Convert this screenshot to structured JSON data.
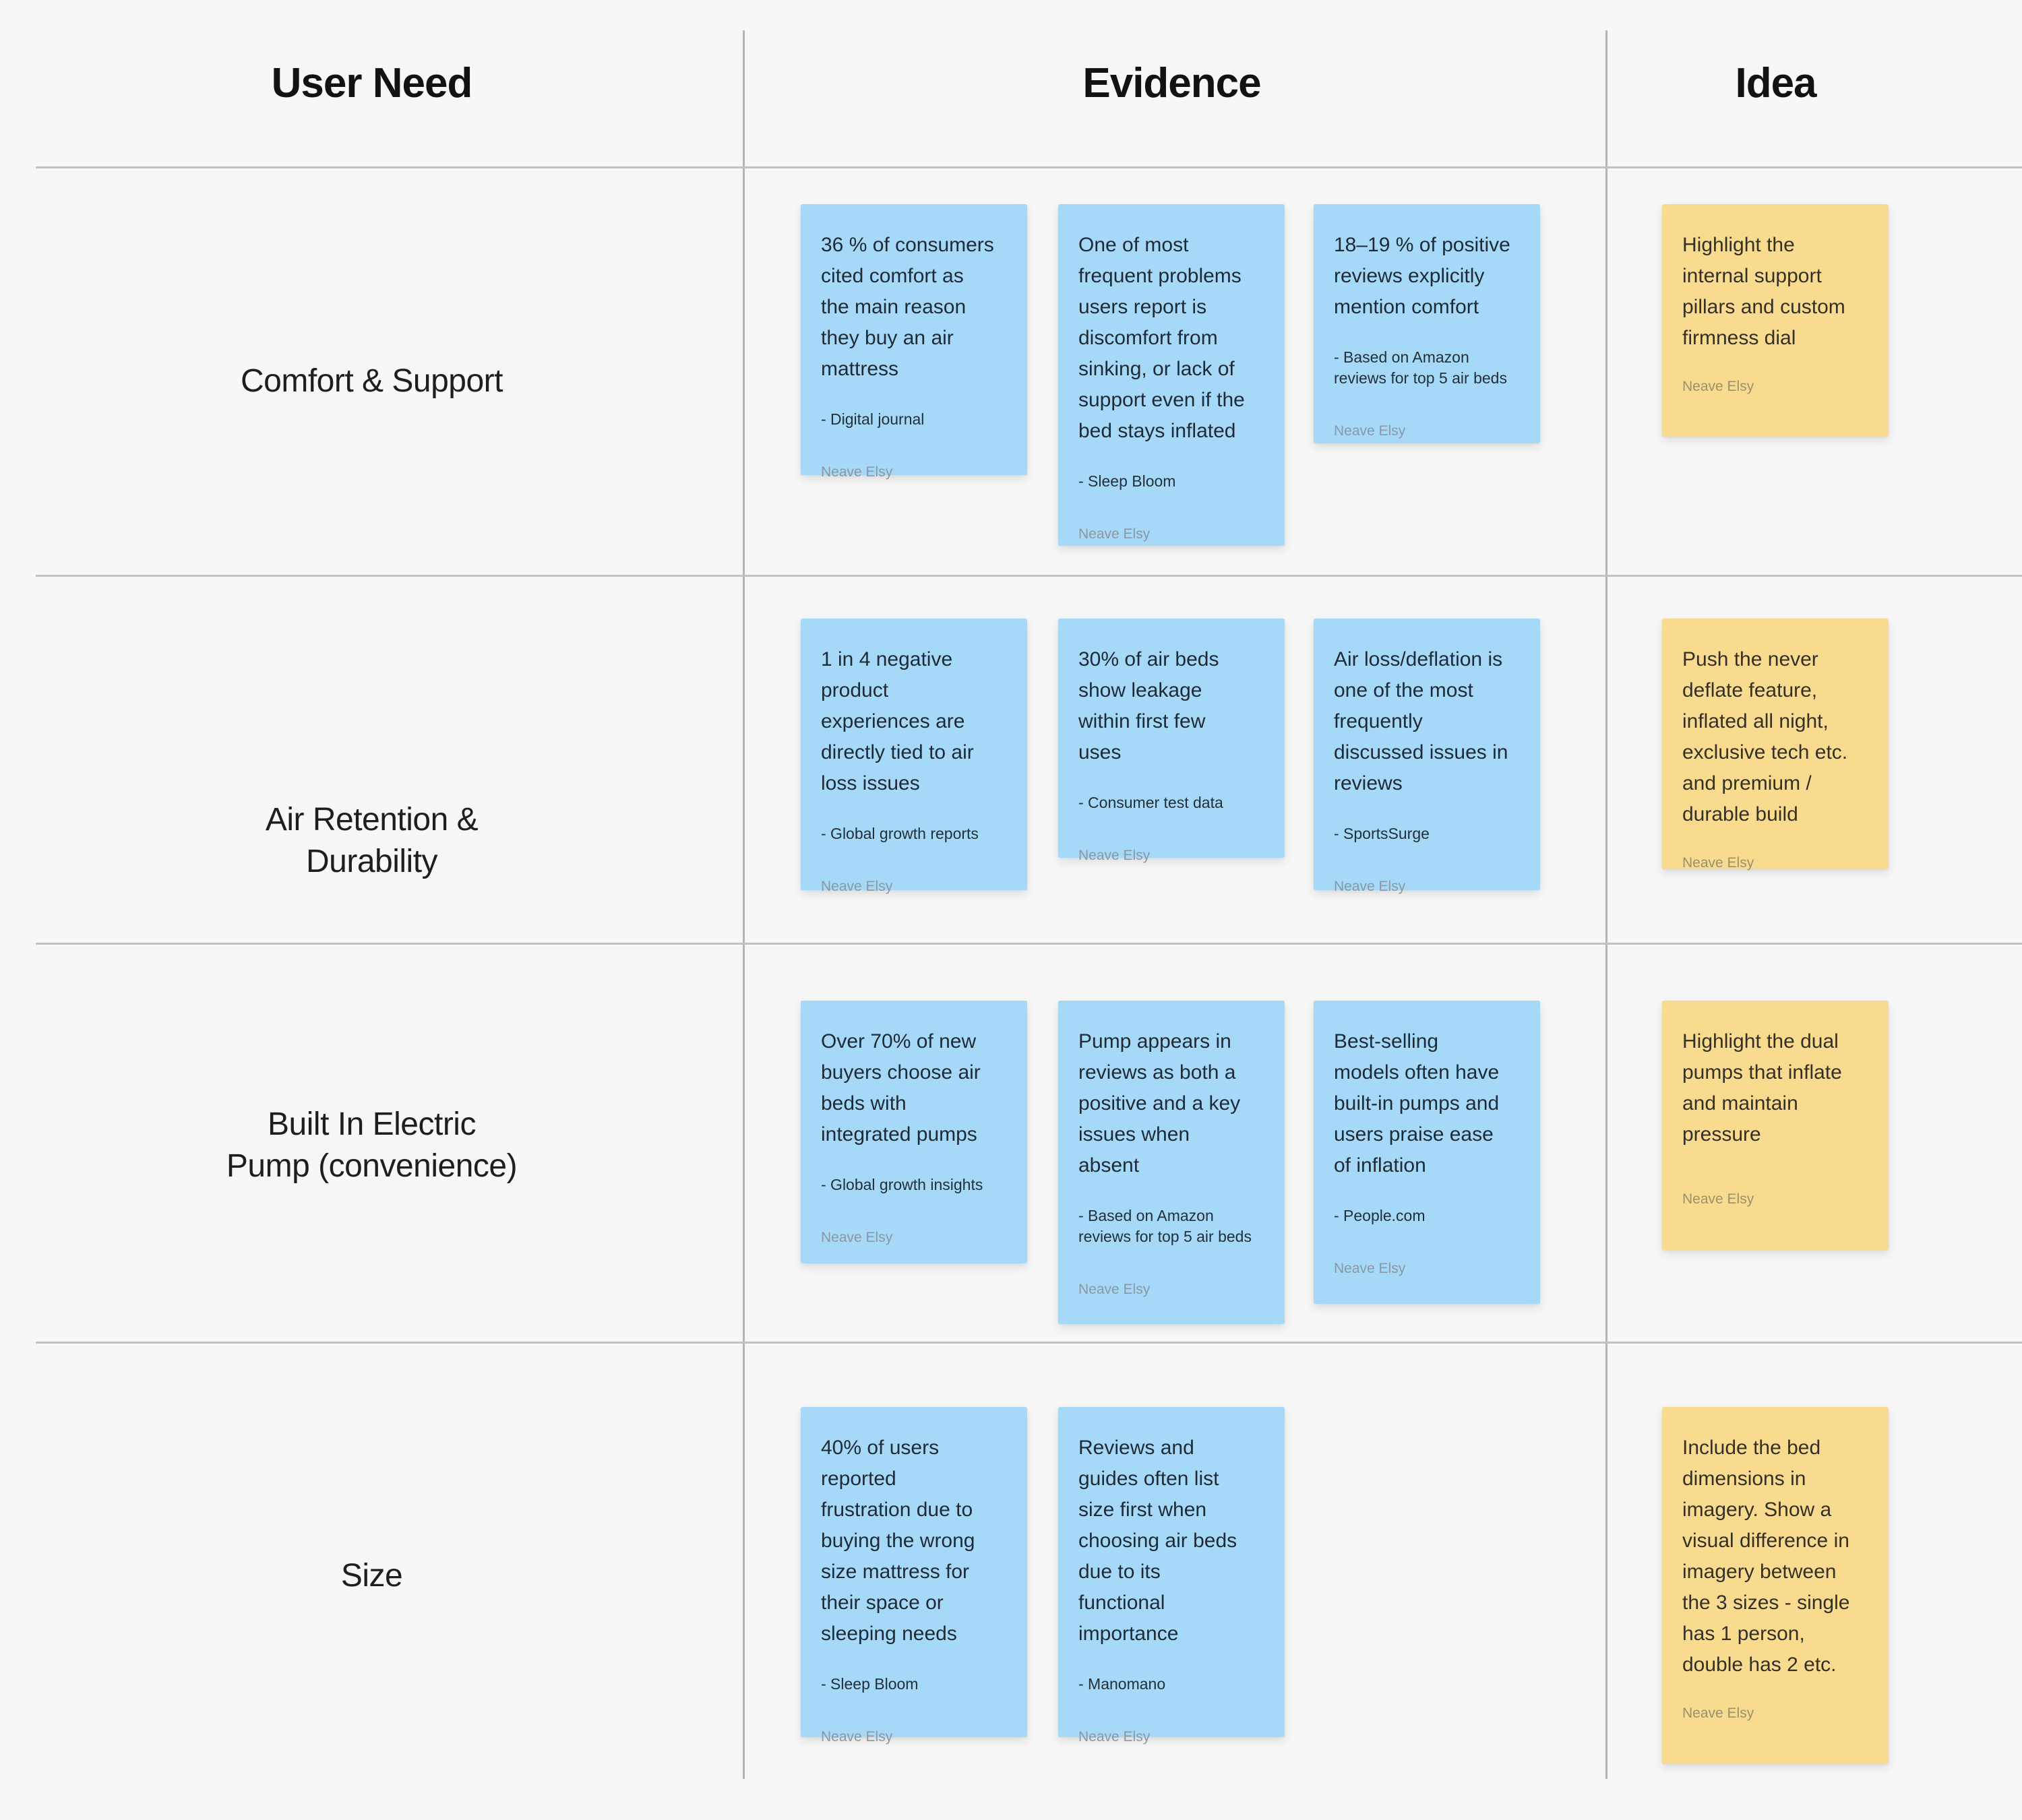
{
  "board": {
    "columns": [
      {
        "label": "User Need"
      },
      {
        "label": "Evidence"
      },
      {
        "label": "Idea"
      }
    ],
    "colors": {
      "background": "#f7f7f7",
      "grid_line": "#b5b5b5",
      "note_blue": "#a6d8f8",
      "note_yellow": "#f8db8e",
      "note_text": "#1e2b36",
      "author_text": "#8b98a4"
    },
    "rows": [
      {
        "need": "Comfort & Support",
        "evidence": [
          {
            "text": "36 % of consumers\ncited comfort as\nthe main reason\nthey buy an air\nmattress",
            "source": "- Digital journal",
            "author": "Neave Elsy"
          },
          {
            "text": "One of most\nfrequent problems\nusers report is\ndiscomfort from\nsinking, or lack of\nsupport even if the\nbed stays inflated",
            "source": "- Sleep Bloom",
            "author": "Neave Elsy"
          },
          {
            "text": "18–19 % of positive\nreviews explicitly\nmention comfort",
            "source": "- Based on Amazon\nreviews for top 5 air beds",
            "author": "Neave Elsy"
          }
        ],
        "idea": {
          "text": "Highlight the\ninternal support\npillars and custom\nfirmness dial",
          "author": "Neave Elsy"
        }
      },
      {
        "need": "Air Retention &\nDurability",
        "evidence": [
          {
            "text": "1 in 4 negative\nproduct\nexperiences are\ndirectly tied to air\nloss issues",
            "source": "- Global growth reports",
            "author": "Neave Elsy"
          },
          {
            "text": "30% of air beds\nshow leakage\nwithin first few\nuses",
            "source": "- Consumer test data",
            "author": "Neave Elsy"
          },
          {
            "text": "Air loss/deflation is\none of the most\nfrequently\ndiscussed issues in\nreviews",
            "source": "- SportsSurge",
            "author": "Neave Elsy"
          }
        ],
        "idea": {
          "text": "Push the never\ndeflate feature,\ninflated all night,\nexclusive tech etc.\nand premium /\ndurable build",
          "author": "Neave Elsy"
        }
      },
      {
        "need": "Built In Electric\nPump (convenience)",
        "evidence": [
          {
            "text": "Over 70% of new\nbuyers choose air\nbeds with\nintegrated pumps",
            "source": "- Global growth insights",
            "author": "Neave Elsy"
          },
          {
            "text": "Pump appears in\nreviews as both a\npositive and a key\nissues when\nabsent",
            "source": "- Based on Amazon\nreviews for top 5 air beds",
            "author": "Neave Elsy"
          },
          {
            "text": "Best-selling\nmodels often have\nbuilt-in pumps and\nusers praise ease\nof inflation",
            "source": "- People.com",
            "author": "Neave Elsy"
          }
        ],
        "idea": {
          "text": "Highlight the dual\npumps that inflate\nand maintain\npressure",
          "author": "Neave Elsy"
        }
      },
      {
        "need": "Size",
        "evidence": [
          {
            "text": "40% of users\nreported\nfrustration due to\nbuying the wrong\nsize mattress for\ntheir space or\nsleeping needs",
            "source": "- Sleep Bloom",
            "author": "Neave Elsy"
          },
          {
            "text": "Reviews and\nguides often list\nsize first when\nchoosing air beds\ndue to its\nfunctional\nimportance",
            "source": "- Manomano",
            "author": "Neave Elsy"
          }
        ],
        "idea": {
          "text": "Include the bed\ndimensions in\nimagery. Show a\nvisual difference in\nimagery between\nthe 3 sizes - single\nhas 1 person,\ndouble has 2 etc.",
          "author": "Neave Elsy"
        }
      }
    ]
  }
}
